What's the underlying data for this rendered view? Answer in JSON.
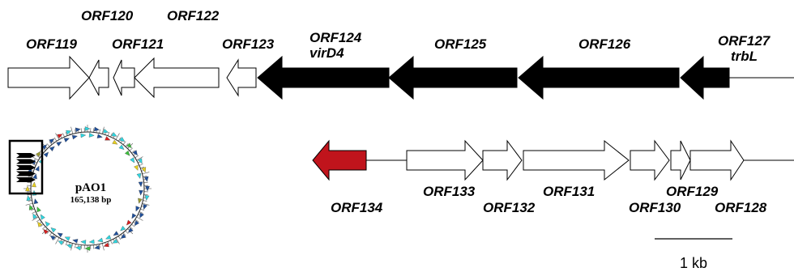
{
  "top_row": {
    "genes": [
      {
        "id": "orf119",
        "label": "ORF119",
        "dir": "right",
        "fill": "#ffffff"
      },
      {
        "id": "orf120",
        "label": "ORF120",
        "dir": "left",
        "fill": "#ffffff"
      },
      {
        "id": "orf121",
        "label": "ORF121",
        "dir": "left",
        "fill": "#ffffff"
      },
      {
        "id": "orf122",
        "label": "ORF122",
        "dir": "left",
        "fill": "#ffffff"
      },
      {
        "id": "orf123",
        "label": "ORF123",
        "dir": "left",
        "fill": "#ffffff"
      },
      {
        "id": "orf124",
        "label": "ORF124",
        "label2": "virD4",
        "dir": "left",
        "fill": "#000000"
      },
      {
        "id": "orf125",
        "label": "ORF125",
        "dir": "left",
        "fill": "#000000"
      },
      {
        "id": "orf126",
        "label": "ORF126",
        "dir": "left",
        "fill": "#000000"
      },
      {
        "id": "orf127",
        "label": "ORF127",
        "label2": "trbL",
        "dir": "left",
        "fill": "#000000"
      }
    ]
  },
  "bottom_row": {
    "genes": [
      {
        "id": "orf134",
        "label": "ORF134",
        "dir": "left",
        "fill": "#c0141c"
      },
      {
        "id": "orf133",
        "label": "ORF133",
        "dir": "right",
        "fill": "#ffffff"
      },
      {
        "id": "orf132",
        "label": "ORF132",
        "dir": "right",
        "fill": "#ffffff"
      },
      {
        "id": "orf131",
        "label": "ORF131",
        "dir": "right",
        "fill": "#ffffff"
      },
      {
        "id": "orf130",
        "label": "ORF130",
        "dir": "right",
        "fill": "#ffffff"
      },
      {
        "id": "orf129",
        "label": "ORF129",
        "dir": "right",
        "fill": "#ffffff"
      },
      {
        "id": "orf128",
        "label": "ORF128",
        "dir": "right",
        "fill": "#ffffff"
      }
    ]
  },
  "plasmid": {
    "name": "pAO1",
    "size": "165,138 bp",
    "segment_colors": [
      "#2fd6e0",
      "#1f4f9a",
      "#d81e1e",
      "#e8d020",
      "#3cc03c",
      "#9a9a30"
    ]
  },
  "scale": {
    "label": "1 kb"
  }
}
